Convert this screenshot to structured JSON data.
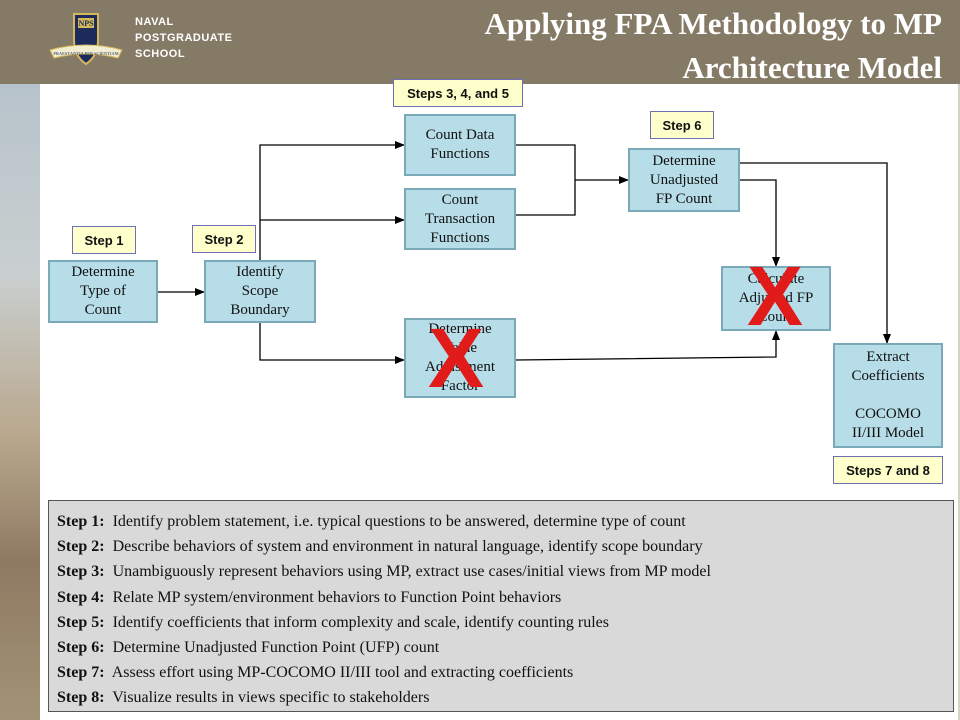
{
  "header": {
    "title_line1": "Applying  FPA Methodology to MP",
    "title_line2": "Architecture Model",
    "logo_text": "NPS",
    "logo_motto": "PRAESTANTIA PER SCIENTIAM",
    "school_line1": "NAVAL",
    "school_line2": "POSTGRADUATE",
    "school_line3": "SCHOOL",
    "colors": {
      "bar": "#857a66",
      "title": "#ffffff"
    }
  },
  "labels": {
    "step1": "Step 1",
    "step2": "Step 2",
    "step345": "Steps 3, 4, and 5",
    "step6": "Step 6",
    "step78": "Steps 7 and 8"
  },
  "boxes": {
    "determine_type": [
      "Determine",
      "Type of",
      "Count"
    ],
    "identify_scope": [
      "Identify",
      "Scope",
      "Boundary"
    ],
    "count_data": [
      "Count Data",
      "Functions"
    ],
    "count_transaction": [
      "Count",
      "Transaction",
      "Functions"
    ],
    "value_adjustment": [
      "Determine",
      "Value",
      "Adjustment",
      "Factor"
    ],
    "unadjusted_fp": [
      "Determine",
      "Unadjusted",
      "FP Count"
    ],
    "adjusted_fp": [
      "Calculate",
      "Adjusted FP",
      "Count"
    ],
    "extract_coefficients": [
      "Extract",
      "Coefficients",
      "",
      "COCOMO",
      "II/III Model"
    ]
  },
  "x_marks": {
    "value_adjustment": "X",
    "adjusted_fp": "X"
  },
  "steps": [
    {
      "label": "Step 1:",
      "text": "Identify problem statement, i.e.  typical questions to be answered,  determine  type of count"
    },
    {
      "label": "Step 2:",
      "text": "Describe behaviors of system and environment in natural language, identify scope boundary"
    },
    {
      "label": "Step 3:",
      "text": "Unambiguously represent behaviors using MP, extract use cases/initial views from MP model"
    },
    {
      "label": "Step 4:",
      "text": "Relate MP system/environment behaviors to Function Point behaviors"
    },
    {
      "label": "Step 5:",
      "text": "Identify coefficients that inform complexity and scale, identify counting rules"
    },
    {
      "label": "Step 6:",
      "text": "Determine Unadjusted Function Point (UFP) count"
    },
    {
      "label": "Step 7:",
      "text": "Assess effort using  MP-COCOMO II/III tool and extracting coefficients"
    },
    {
      "label": "Step 8:",
      "text": "Visualize results in views specific to stakeholders"
    }
  ],
  "colors": {
    "box_fill": "#b7dde8",
    "box_border": "#7aa9b8",
    "step_label_fill": "#ffffcc",
    "x_mark": "#e11a1a",
    "panel_fill": "#d9d9d9"
  }
}
